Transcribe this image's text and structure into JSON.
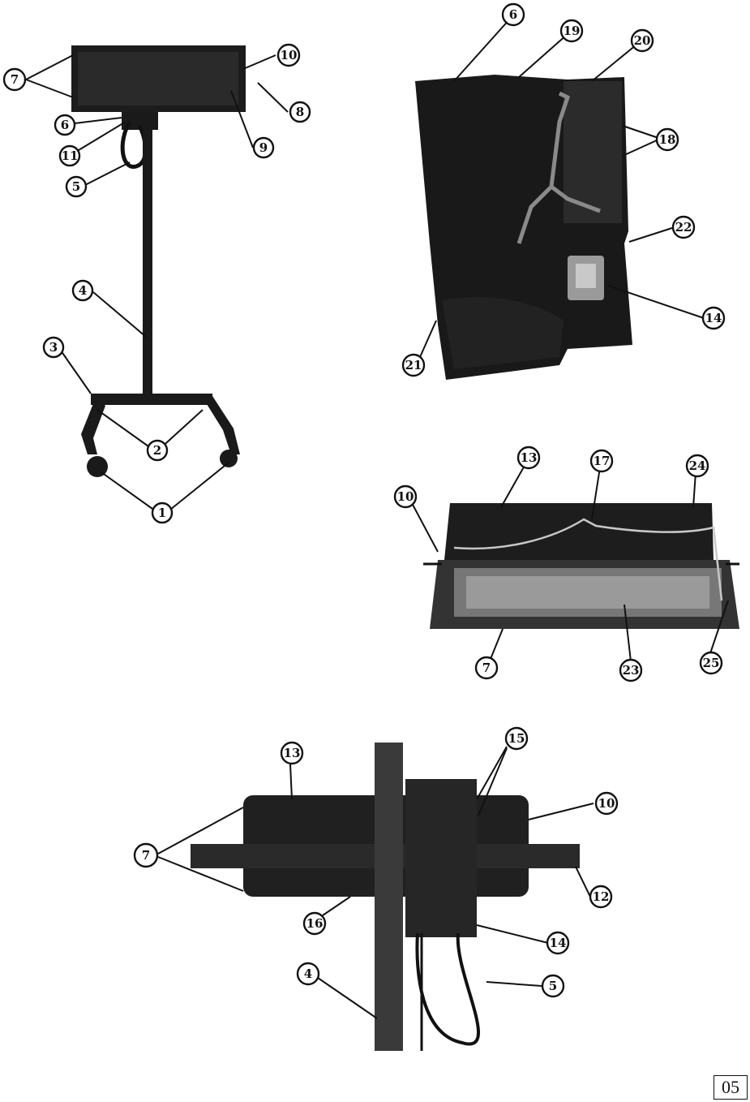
{
  "page_number": "05",
  "figures": {
    "stand_assembly": {
      "callouts": [
        "7",
        "6",
        "11",
        "5",
        "10",
        "8",
        "9",
        "4",
        "3",
        "2",
        "1"
      ]
    },
    "lamp_housing_open": {
      "callouts": [
        "6",
        "19",
        "20",
        "18",
        "22",
        "14",
        "21"
      ]
    },
    "lamp_housing_underside": {
      "callouts": [
        "10",
        "13",
        "17",
        "24",
        "7",
        "23",
        "25"
      ]
    },
    "housing_mount_closeup": {
      "callouts": [
        "13",
        "15",
        "10",
        "7",
        "12",
        "16",
        "14",
        "4",
        "5"
      ]
    }
  }
}
